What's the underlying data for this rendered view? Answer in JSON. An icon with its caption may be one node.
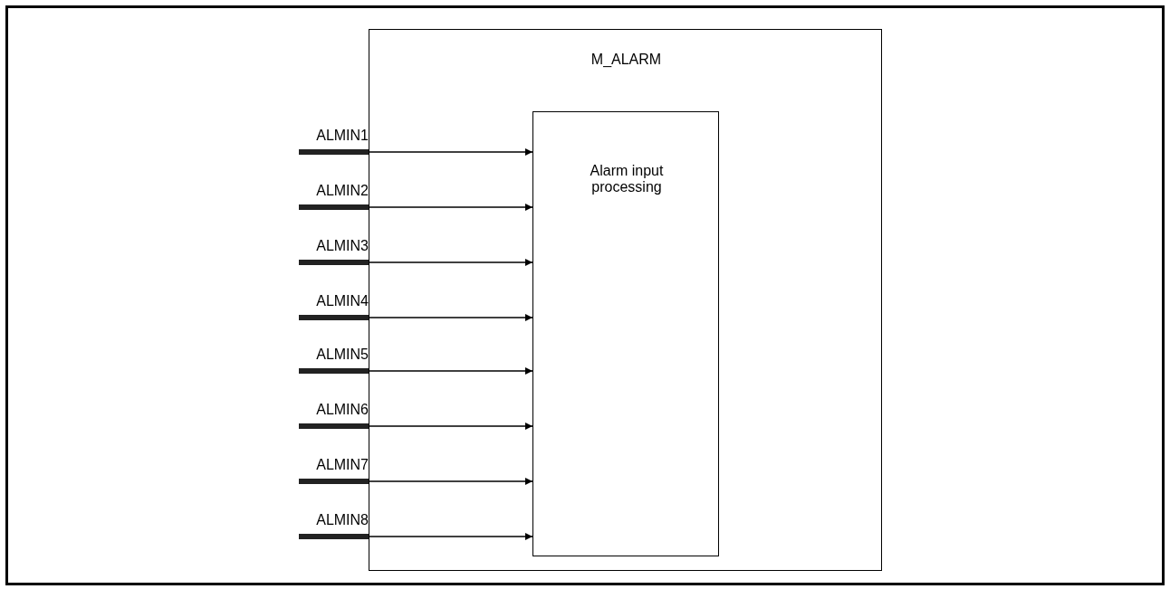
{
  "diagram": {
    "nodes": [
      {
        "text": [
          "M_ALARM"
        ]
      },
      {
        "text": [
          "Alarm input processing"
        ],
        "in": 0
      },
      {
        "text": [
          "ALMIN1"
        ]
      },
      {
        "text": [
          "ALMIN2"
        ]
      },
      {
        "text": [
          "ALMIN3"
        ]
      },
      {
        "text": [
          "ALMIN4"
        ]
      },
      {
        "text": [
          "ALMIN5"
        ]
      },
      {
        "text": [
          "ALMIN6"
        ]
      },
      {
        "text": [
          "ALMIN7"
        ]
      },
      {
        "text": [
          "ALMIN8"
        ]
      }
    ],
    "edges": [
      {
        "from": 2,
        "to": 1,
        "arrow": "to"
      },
      {
        "from": 3,
        "to": 1,
        "arrow": "to"
      },
      {
        "from": 4,
        "to": 1,
        "arrow": "to"
      },
      {
        "from": 5,
        "to": 1,
        "arrow": "to"
      },
      {
        "from": 6,
        "to": 1,
        "arrow": "to"
      },
      {
        "from": 7,
        "to": 1,
        "arrow": "to"
      },
      {
        "from": 8,
        "to": 1,
        "arrow": "to"
      },
      {
        "from": 9,
        "to": 1,
        "arrow": "to"
      }
    ]
  }
}
